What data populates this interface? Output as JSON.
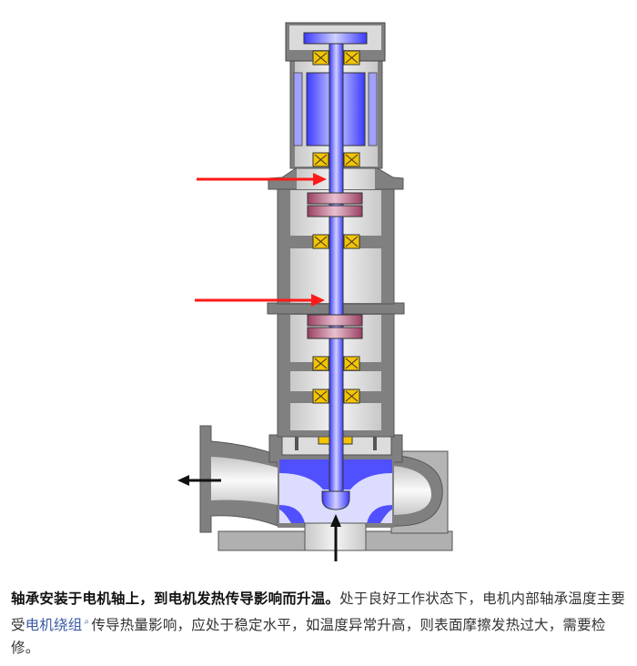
{
  "diagram": {
    "title": "立式泵结构剖面图",
    "colors": {
      "casing": "#808080",
      "chamber": "#dcdcdc",
      "shaft": "#6b6bff",
      "rotor": "#4a4aff",
      "bearing": "#f5c400",
      "coupling": "#a0506e",
      "fluid": "#dcdcff",
      "heat_arrow": "#ff1a1a",
      "flow_arrow": "#111111"
    },
    "icons": [
      "heat-arrow-icon",
      "outlet-flow-arrow-icon",
      "inlet-flow-arrow-icon"
    ]
  },
  "caption": {
    "bold": "轴承安装于电机轴上，到电机发热传导影响而升温。",
    "text1": "处于良好工作状态下，电机内部轴承温度主要受",
    "link": "电机绕组",
    "text2": "传导热量影响，应处于稳定水平，如温度异常升高，则表面摩擦发热过大，需要检修。"
  }
}
